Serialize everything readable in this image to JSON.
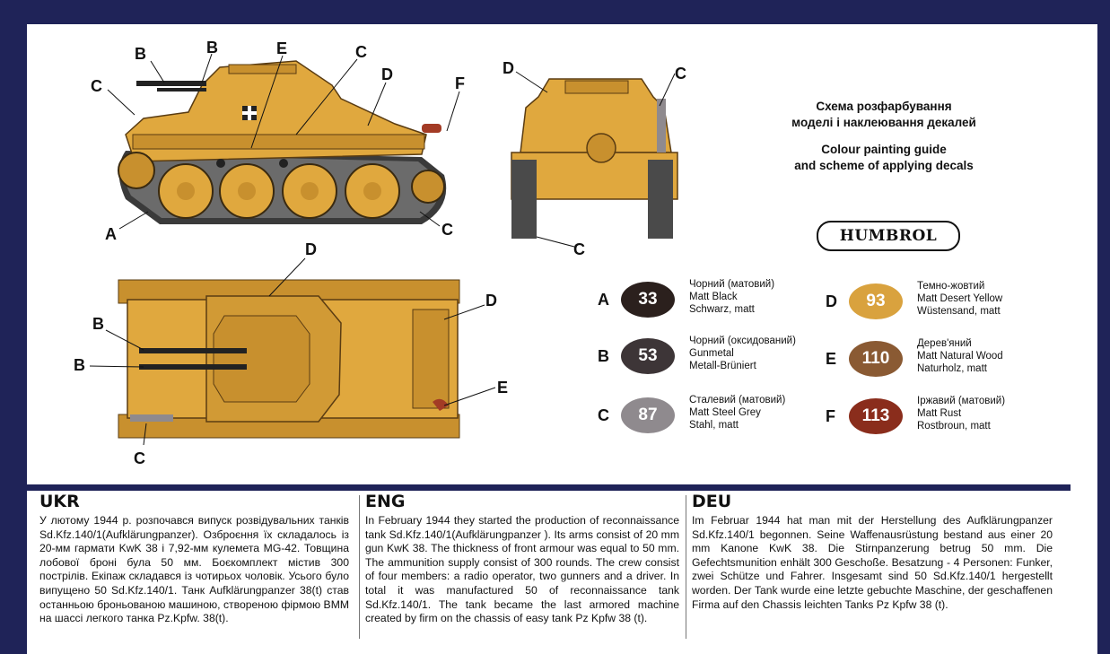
{
  "callouts": {
    "side": [
      "B",
      "B",
      "E",
      "C",
      "C",
      "D",
      "F",
      "A",
      "C"
    ],
    "rear": [
      "D",
      "C",
      "C"
    ],
    "top": [
      "D",
      "D",
      "B",
      "B",
      "E",
      "C"
    ]
  },
  "title": {
    "ukr_line1": "Схема розфарбування",
    "ukr_line2": "моделі і наклеювання декалей",
    "eng_line1": "Colour painting guide",
    "eng_line2": "and scheme of applying decals"
  },
  "brand": "HUMBROL",
  "paints": [
    {
      "letter": "A",
      "number": "33",
      "color": "#2b201d",
      "ukr": "Чорний (матовий)",
      "eng": "Matt Black",
      "deu": "Schwarz, matt"
    },
    {
      "letter": "B",
      "number": "53",
      "color": "#3d3537",
      "ukr": "Чорний (оксидований)",
      "eng": "Gunmetal",
      "deu": "Metall-Brüniert"
    },
    {
      "letter": "C",
      "number": "87",
      "color": "#8f8a8e",
      "ukr": "Сталевий (матовий)",
      "eng": "Matt Steel Grey",
      "deu": "Stahl, matt"
    },
    {
      "letter": "D",
      "number": "93",
      "color": "#d9a23e",
      "ukr": "Темно-жовтий",
      "eng": "Matt Desert Yellow",
      "deu": "Wüstensand, matt"
    },
    {
      "letter": "E",
      "number": "110",
      "color": "#8a5a33",
      "ukr": "Дерев'яний",
      "eng": "Matt Natural Wood",
      "deu": "Naturholz, matt"
    },
    {
      "letter": "F",
      "number": "113",
      "color": "#8a2d1c",
      "ukr": "Іржавий (матовий)",
      "eng": "Matt Rust",
      "deu": "Rostbroun, matt"
    }
  ],
  "sections": {
    "ukr": {
      "heading": "UKR",
      "text": "У лютому 1944 р. розпочався випуск розвідувальних танків Sd.Kfz.140/1(Aufklärungpanzer). Озброєння їх складалось із 20-мм гармати KwK 38 і 7,92-мм кулемета MG-42. Товщина лобової броні була 50 мм. Боєкомплект містив 300 пострілів. Екіпаж складався із чотирьох чоловік. Усього було випущено 50 Sd.Kfz.140/1. Танк Aufklärungpanzer 38(t) став останньою броньованою машиною, створеною фірмою ВММ на шассі легкого танка Pz.Kpfw. 38(t)."
    },
    "eng": {
      "heading": "ENG",
      "text": "In February 1944 they started the production of reconnaissance tank Sd.Kfz.140/1(Aufklärungpanzer ). Its arms consist of 20 mm gun KwK 38. The thickness of front armour was equal to 50 mm. The ammunition supply consist of 300 rounds. The crew consist of four members: a radio operator, two gunners and a driver. In total it was manufactured 50 of reconnaissance tank Sd.Kfz.140/1. The tank became the last armored machine created by firm on the chassis of easy tank Pz Kpfw 38 (t)."
    },
    "deu": {
      "heading": "DEU",
      "text": "Im Februar 1944 hat man mit der Herstellung des Aufklärungpanzer Sd.Kfz.140/1 begonnen. Seine Waffenausrüstung bestand aus einer 20 mm Kanone KwK 38. Die Stirnpanzerung betrug 50 mm. Die Gefechtsmunition enhält 300 Geschoße. Besatzung - 4 Personen: Funker, zwei Schütze und Fahrer. Insgesamt sind 50 Sd.Kfz.140/1 hergestellt worden. Der Tank wurde eine letzte gebuchte Maschine, der geschaffenen Firma auf den Chassis leichten Tanks Pz Kpfw 38 (t)."
    }
  }
}
